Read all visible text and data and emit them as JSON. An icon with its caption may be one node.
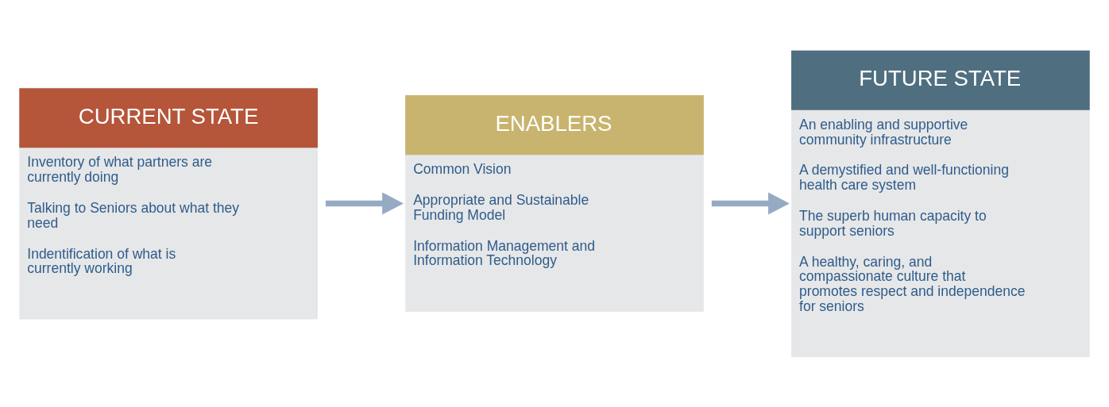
{
  "diagram": {
    "nodes": [
      {
        "text": [
          "CURRENT STATE",
          "Inventory of what partners are currently doing",
          "Talking to Seniors about what they need",
          "Indentification of what is currently working"
        ]
      },
      {
        "text": [
          "ENABLERS",
          "Common Vision",
          "Appropriate and Sustainable Funding Model",
          "Information Management and Information Technology"
        ]
      },
      {
        "text": [
          "FUTURE STATE",
          "An enabling and supportive community infrastructure",
          "A demystified and well-functioning health care system",
          "The superb human capacity to support seniors",
          "A healthy, caring, and compassionate culture that promotes respect and independence for seniors"
        ]
      }
    ],
    "edges": [
      {
        "from": 0,
        "to": 1,
        "arrow": "to"
      },
      {
        "from": 1,
        "to": 2,
        "arrow": "to"
      }
    ]
  }
}
